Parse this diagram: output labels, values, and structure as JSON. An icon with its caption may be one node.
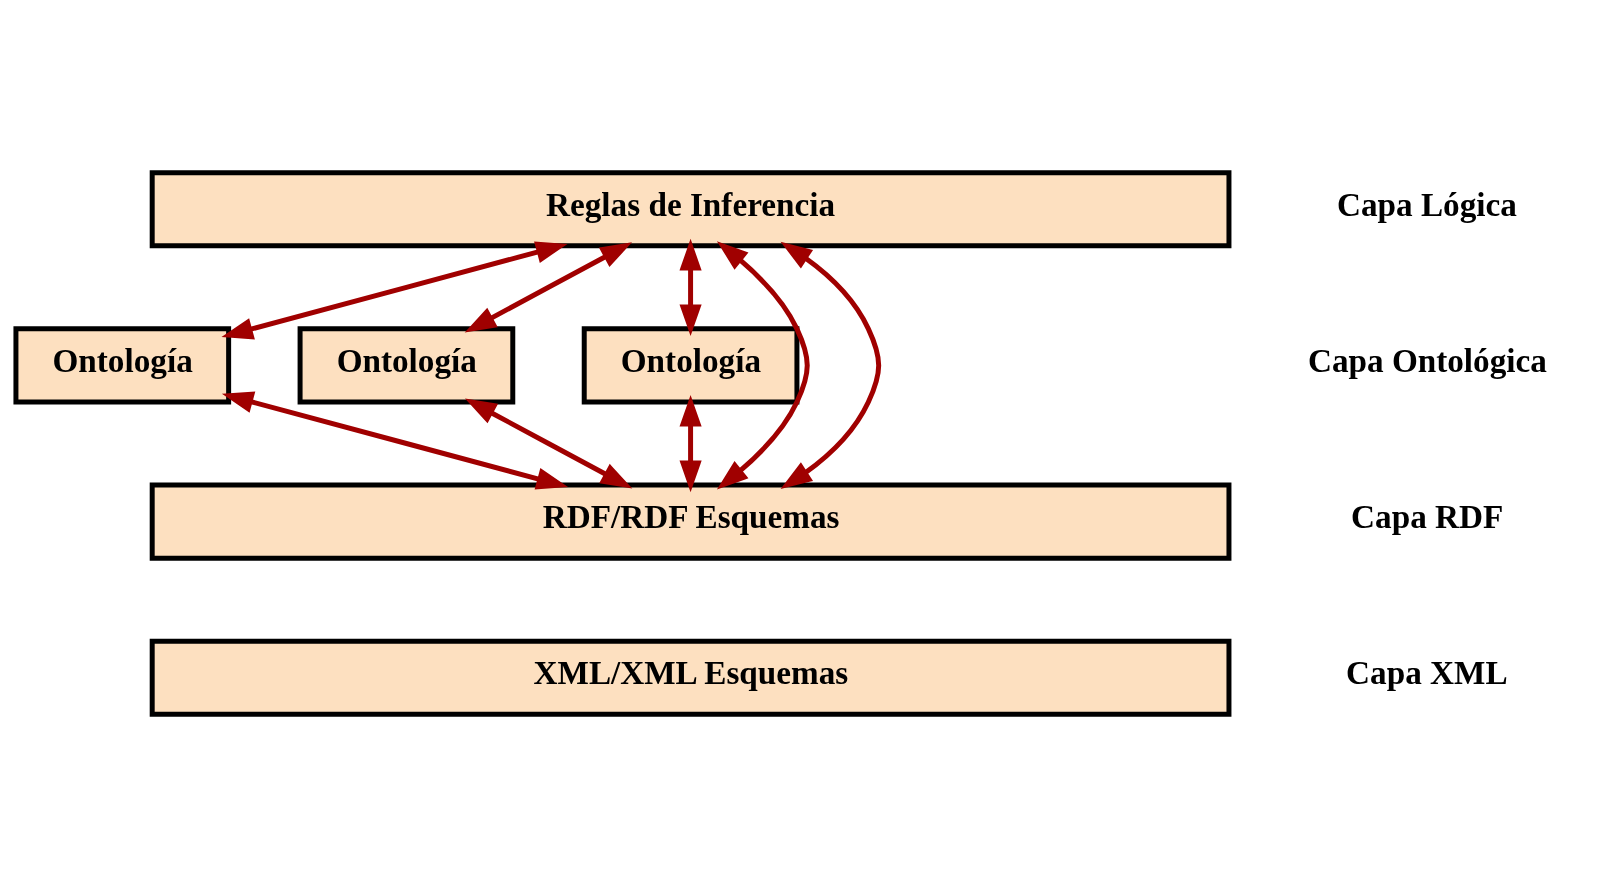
{
  "diagram": {
    "nodes": [
      {
        "text": [
          "Reglas de Inferencia"
        ]
      },
      {
        "text": [
          "Ontología"
        ]
      },
      {
        "text": [
          "Ontología"
        ]
      },
      {
        "text": [
          "Ontología"
        ]
      },
      {
        "text": [
          "RDF/RDF Esquemas"
        ]
      },
      {
        "text": [
          "XML/XML Esquemas"
        ]
      }
    ],
    "edges": [
      {
        "from": 0,
        "to": 1,
        "arrow": "both"
      },
      {
        "from": 1,
        "to": 4,
        "arrow": "both"
      },
      {
        "from": 0,
        "to": 4,
        "arrow": "both"
      },
      {
        "from": 0,
        "to": 2,
        "arrow": "both"
      },
      {
        "from": 2,
        "to": 4,
        "arrow": "both"
      },
      {
        "from": 0,
        "to": 4,
        "arrow": "both"
      },
      {
        "from": 0,
        "to": 3,
        "arrow": "both"
      },
      {
        "from": 3,
        "to": 4,
        "arrow": "both"
      }
    ],
    "labels": [
      "Capa Lógica",
      "Capa Ontológica",
      "Capa RDF",
      "Capa XML"
    ]
  }
}
